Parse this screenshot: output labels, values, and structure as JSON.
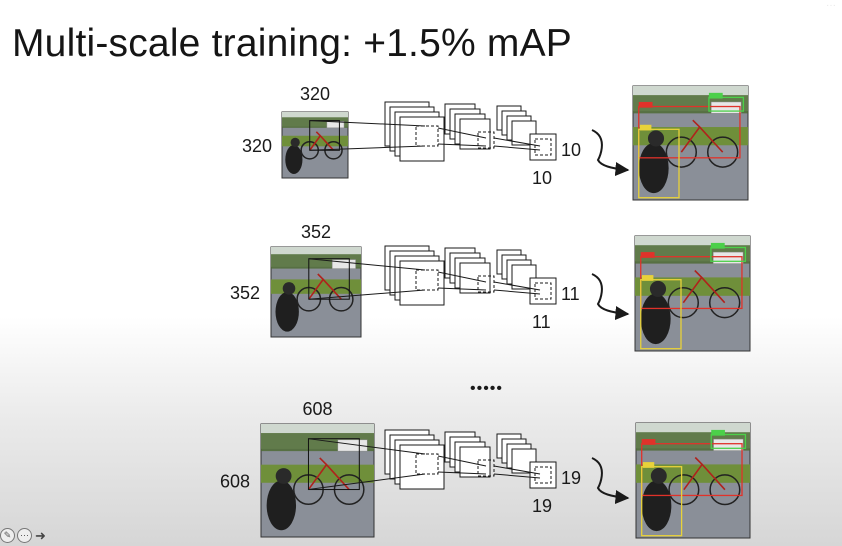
{
  "slide": {
    "title": "Multi-scale training: +1.5% mAP",
    "ellipsis": "•••••",
    "corner_text": "···"
  },
  "rows": [
    {
      "input_size": "320",
      "output_size": "10"
    },
    {
      "input_size": "352",
      "output_size": "11"
    },
    {
      "input_size": "608",
      "output_size": "19"
    }
  ],
  "colors": {
    "box_red": "#e0322a",
    "box_yellow": "#e8d23a",
    "box_green": "#4cd04a",
    "grass": "#6f8f3a",
    "road": "#8a8f98",
    "sky": "#cfd8cf"
  },
  "icons": {
    "input_image": "photo-dog-bicycle",
    "output_image": "detection-result",
    "network": "cnn-layer-stack",
    "arrow": "curved-arrow"
  }
}
